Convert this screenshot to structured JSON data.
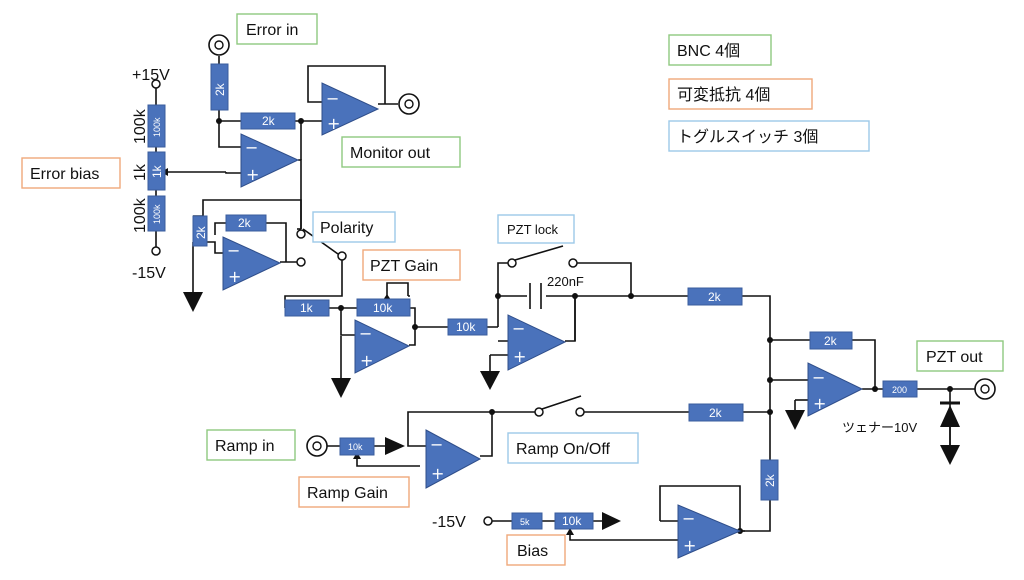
{
  "labels": {
    "error_in": "Error in",
    "monitor_out": "Monitor out",
    "error_bias": "Error bias",
    "polarity": "Polarity",
    "pzt_gain": "PZT Gain",
    "pzt_lock": "PZT lock",
    "pzt_out": "PZT out",
    "ramp_in": "Ramp in",
    "ramp_gain": "Ramp Gain",
    "ramp_onoff": "Ramp On/Off",
    "bias": "Bias",
    "zener": "ツェナー10V",
    "cap_220nf": "220nF",
    "plus15v": "+15V",
    "minus15v_top": "-15V",
    "minus15v_bias": "-15V",
    "r100k_top": "100k",
    "r1k": "1k",
    "r100k_bot": "100k"
  },
  "legend": {
    "bnc": "BNC 4個",
    "vres": "可変抵抗  4個",
    "toggle": "トグルスイッチ  3個"
  },
  "resistors": {
    "r2k_err": "2k",
    "r2k_mon": "2k",
    "r100k_a": "100k",
    "r1k_pot": "1k",
    "r100k_b": "100k",
    "r2k_pol_v": "2k",
    "r2k_pol_h": "2k",
    "r1k_gain": "1k",
    "r10k_gain": "10k",
    "r10k_int": "10k",
    "r2k_int": "2k",
    "r2k_sum": "2k",
    "r2k_ramp": "2k",
    "r200": "200",
    "r10k_ramp": "10k",
    "r2k_bias": "2k",
    "r5k": "5k",
    "r10k_bias": "10k"
  },
  "symbols": {
    "minus": "−",
    "plus": "+"
  }
}
